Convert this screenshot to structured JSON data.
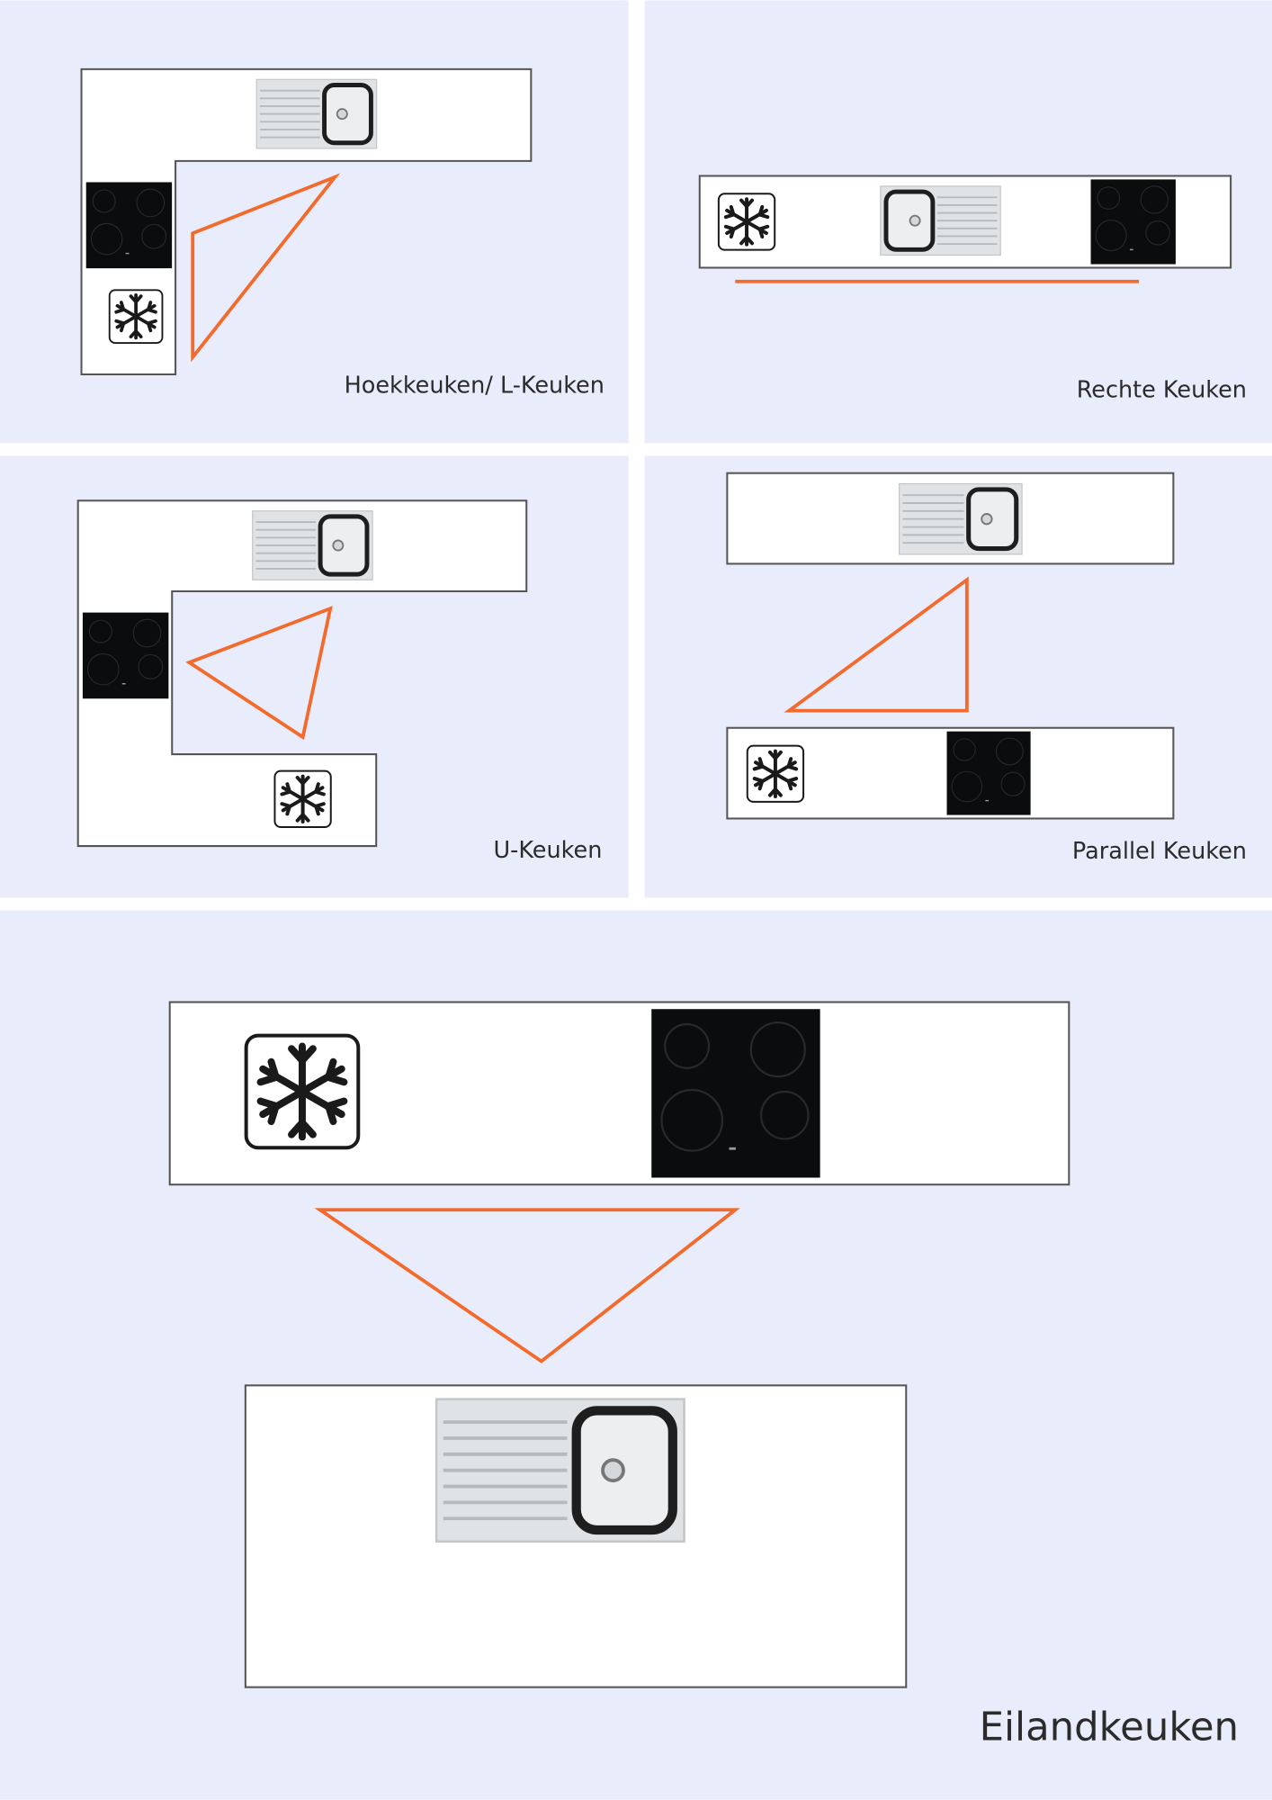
{
  "layouts": [
    {
      "name": "Hoekkeuken/ L-Keuken"
    },
    {
      "name": "Rechte Keuken"
    },
    {
      "name": "U-Keuken"
    },
    {
      "name": "Parallel Keuken"
    },
    {
      "name": "Eilandkeuken"
    }
  ],
  "icons": {
    "fridge": "snowflake-icon",
    "sink": "sink-icon",
    "hob": "cooktop-icon"
  },
  "colors": {
    "panel_background": "#e9ecfb",
    "work_triangle": "#f26a2c",
    "cooktop": "#0a0c0d"
  }
}
